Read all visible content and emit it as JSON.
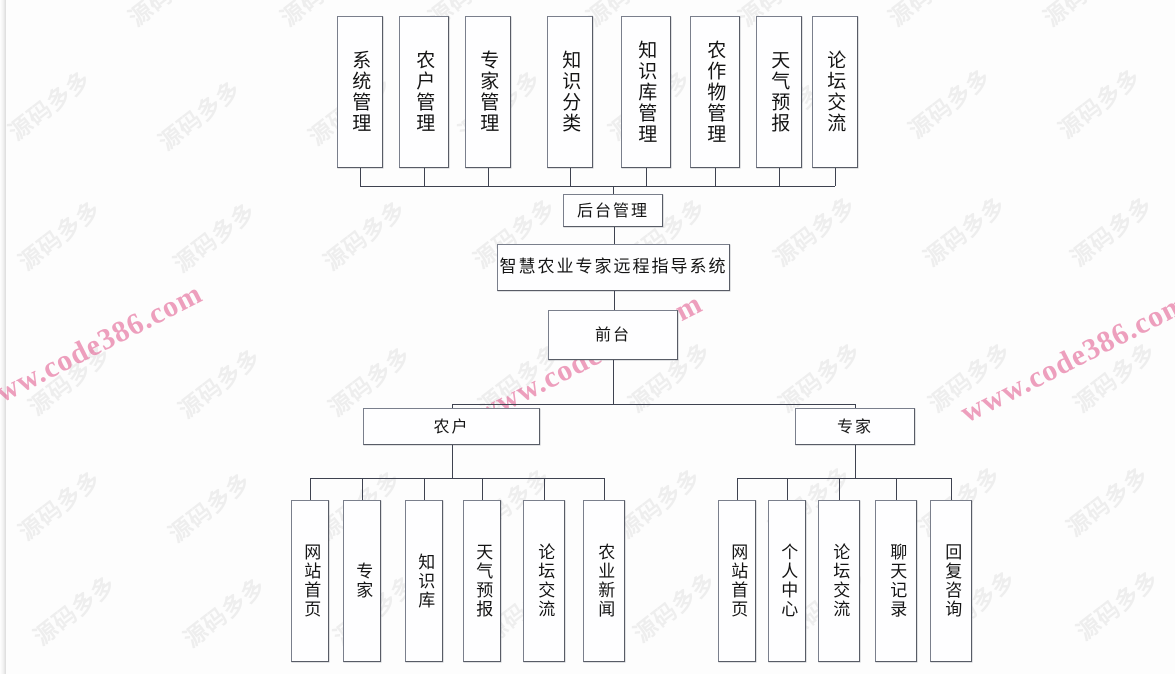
{
  "diagram": {
    "type": "tree",
    "title_node": "智慧农业专家远程指导系统",
    "watermarks": {
      "cn": "源码多多",
      "url": "www.code386.com",
      "url_color": "#e0538a",
      "cn_color": "#000000"
    },
    "root": {
      "label": "智慧农业专家远程指导系统"
    },
    "backend": {
      "label": "后台管理",
      "children": [
        {
          "label": "系统管理"
        },
        {
          "label": "农户管理"
        },
        {
          "label": "专家管理"
        },
        {
          "label": "知识分类"
        },
        {
          "label": "知识库管理"
        },
        {
          "label": "农作物管理"
        },
        {
          "label": "天气预报"
        },
        {
          "label": "论坛交流"
        }
      ]
    },
    "frontend": {
      "label": "前台",
      "branches": [
        {
          "label": "农户",
          "children": [
            {
              "label": "网站首页"
            },
            {
              "label": "专家"
            },
            {
              "label": "知识库"
            },
            {
              "label": "天气预报"
            },
            {
              "label": "论坛交流"
            },
            {
              "label": "农业新闻"
            }
          ]
        },
        {
          "label": "专家",
          "children": [
            {
              "label": "网站首页"
            },
            {
              "label": "个人中心"
            },
            {
              "label": "论坛交流"
            },
            {
              "label": "聊天记录"
            },
            {
              "label": "回复咨询"
            }
          ]
        }
      ]
    }
  }
}
